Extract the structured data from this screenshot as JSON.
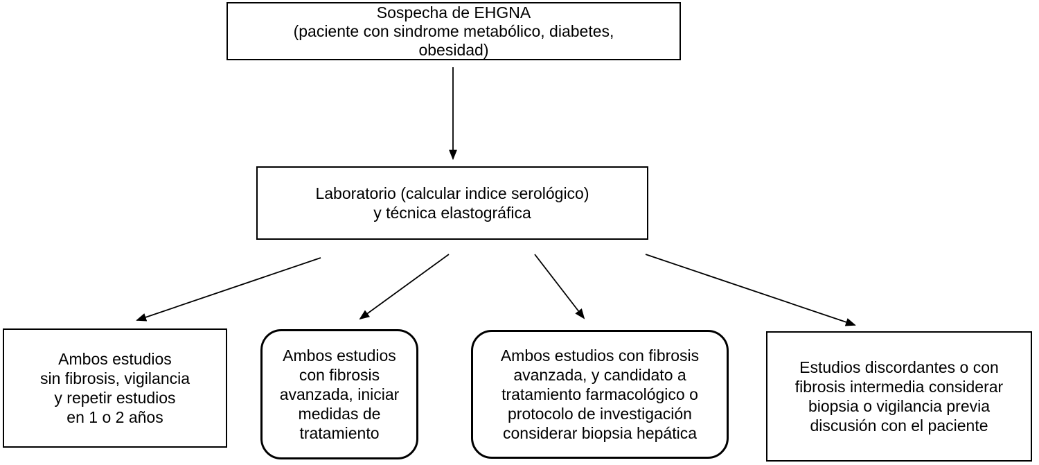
{
  "diagram": {
    "language": "es",
    "type": "flowchart",
    "colors": {
      "background": "#ffffff",
      "border": "#000000",
      "text": "#000000",
      "arrow": "#000000"
    },
    "nodes": {
      "suspicion": {
        "shape": "rectangle",
        "text": "Sospecha de EHGNA\n(paciente con sindrome metabólico, diabetes,\nobesidad)"
      },
      "laboratory": {
        "shape": "rectangle",
        "text": "Laboratorio (calcular indice serológico)\ny técnica elastográfica"
      },
      "no_fibrosis": {
        "shape": "rectangle",
        "text": "Ambos estudios\nsin fibrosis, vigilancia\ny repetir estudios\nen 1 o 2 años"
      },
      "advanced_fibrosis_treatment": {
        "shape": "rounded-rectangle",
        "text": "Ambos estudios\ncon fibrosis\navanzada, iniciar\nmedidas de\ntratamiento"
      },
      "advanced_fibrosis_biopsy": {
        "shape": "rounded-rectangle",
        "text": "Ambos estudios con fibrosis\navanzada, y candidato a\ntratamiento farmacológico o\nprotocolo de investigación\nconsiderar biopsia hepática"
      },
      "discordant": {
        "shape": "rectangle",
        "text": "Estudios discordantes o con\nfibrosis intermedia considerar\nbiopsia o vigilancia previa\ndiscusión con el paciente"
      }
    },
    "edges": [
      {
        "from": "suspicion",
        "to": "laboratory"
      },
      {
        "from": "laboratory",
        "to": "no_fibrosis"
      },
      {
        "from": "laboratory",
        "to": "advanced_fibrosis_treatment"
      },
      {
        "from": "laboratory",
        "to": "advanced_fibrosis_biopsy"
      },
      {
        "from": "laboratory",
        "to": "discordant"
      }
    ]
  }
}
